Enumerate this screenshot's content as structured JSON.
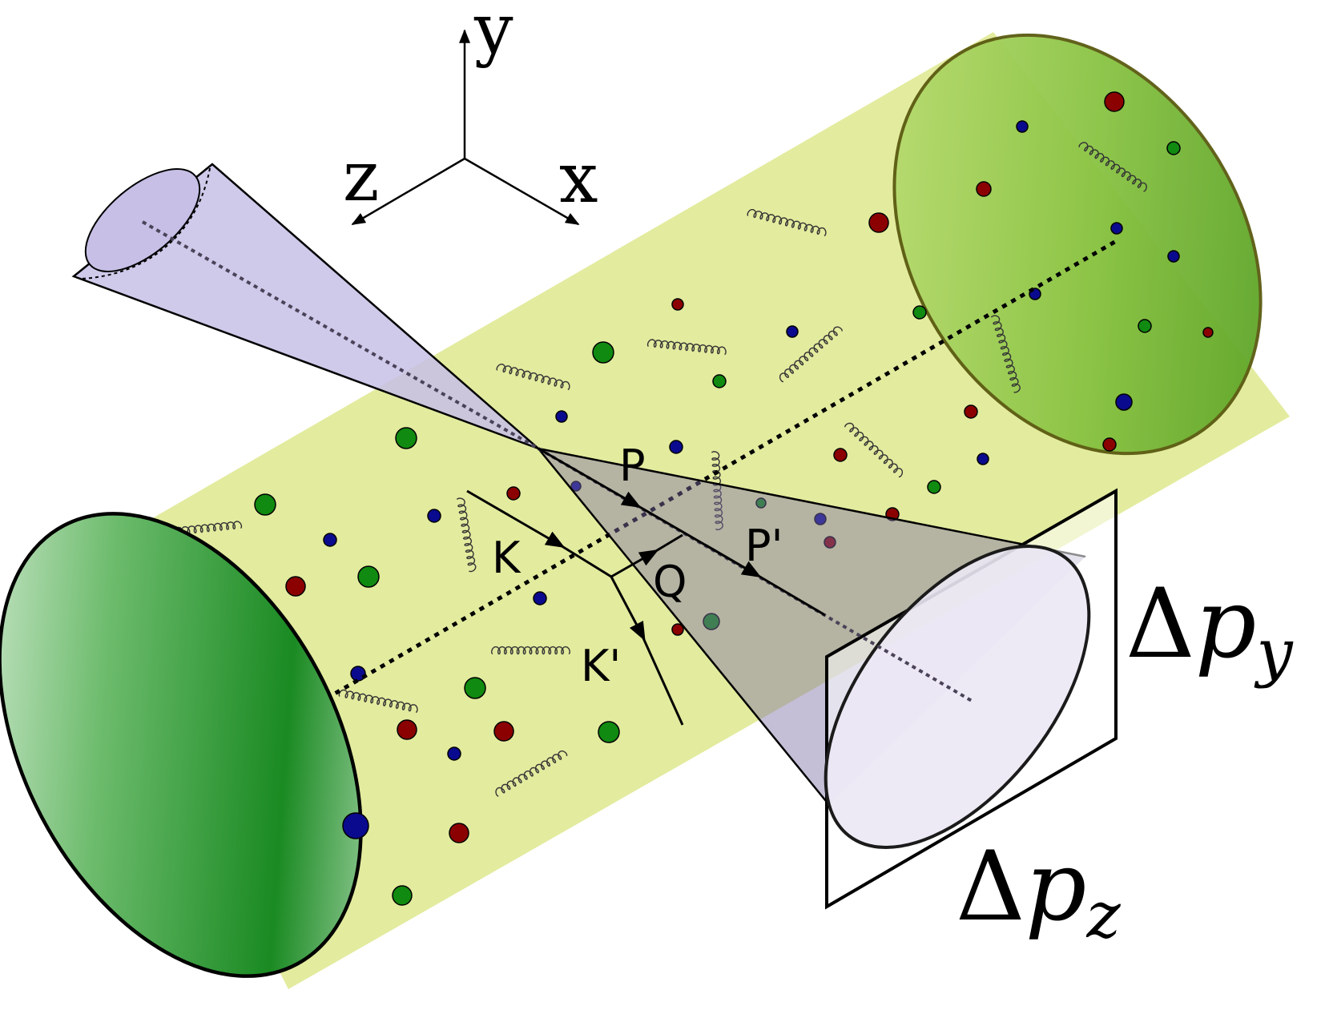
{
  "axes": {
    "x": "x",
    "y": "y",
    "z": "z"
  },
  "vectors": {
    "p": "P",
    "p_prime": "P'",
    "k": "K",
    "k_prime": "K'",
    "q": "Q"
  },
  "momentum_widths": {
    "dy_delta": "Δ",
    "dy_var": "p",
    "dy_sub": "y",
    "dz_delta": "Δ",
    "dz_var": "p",
    "dz_sub": "z"
  },
  "colors": {
    "medium_tube": "#e3eb9e",
    "end_cap_dark": "#138a1c",
    "end_cap_light": "#e3f2e3",
    "far_cap": "#8cc545",
    "jet_cone": "#c7bfe6",
    "particle_red": "#8b0000",
    "particle_blue": "#0a0a8f",
    "particle_green": "#108a10"
  }
}
